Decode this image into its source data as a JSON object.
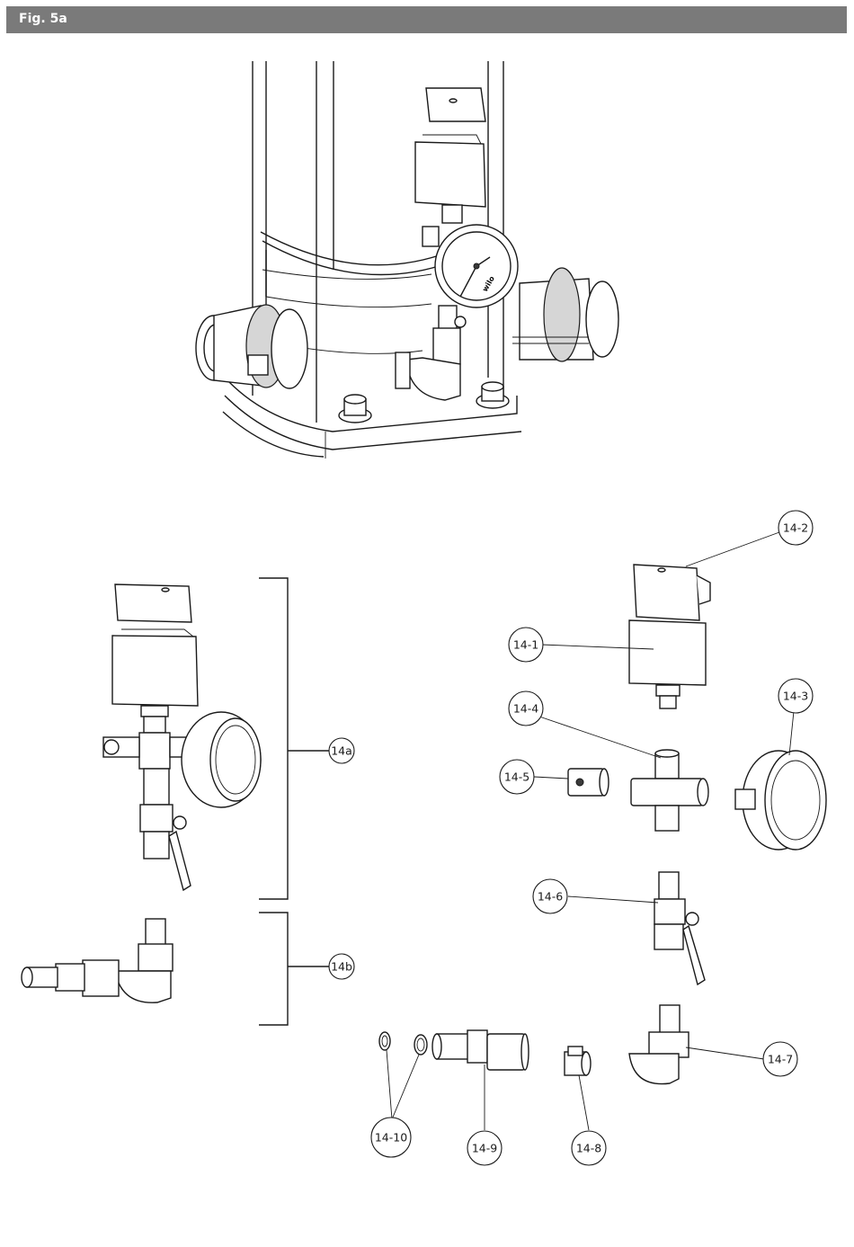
{
  "figure": {
    "title": "Fig. 5a"
  },
  "gauge": {
    "brand": "wilo"
  },
  "callouts": {
    "c14_2": "14-2",
    "c14_1": "14-1",
    "c14_3": "14-3",
    "c14_4": "14-4",
    "c14_5": "14-5",
    "c14a": "14a",
    "c14_6": "14-6",
    "c14b": "14b",
    "c14_7": "14-7",
    "c14_10": "14-10",
    "c14_9": "14-9",
    "c14_8": "14-8"
  }
}
